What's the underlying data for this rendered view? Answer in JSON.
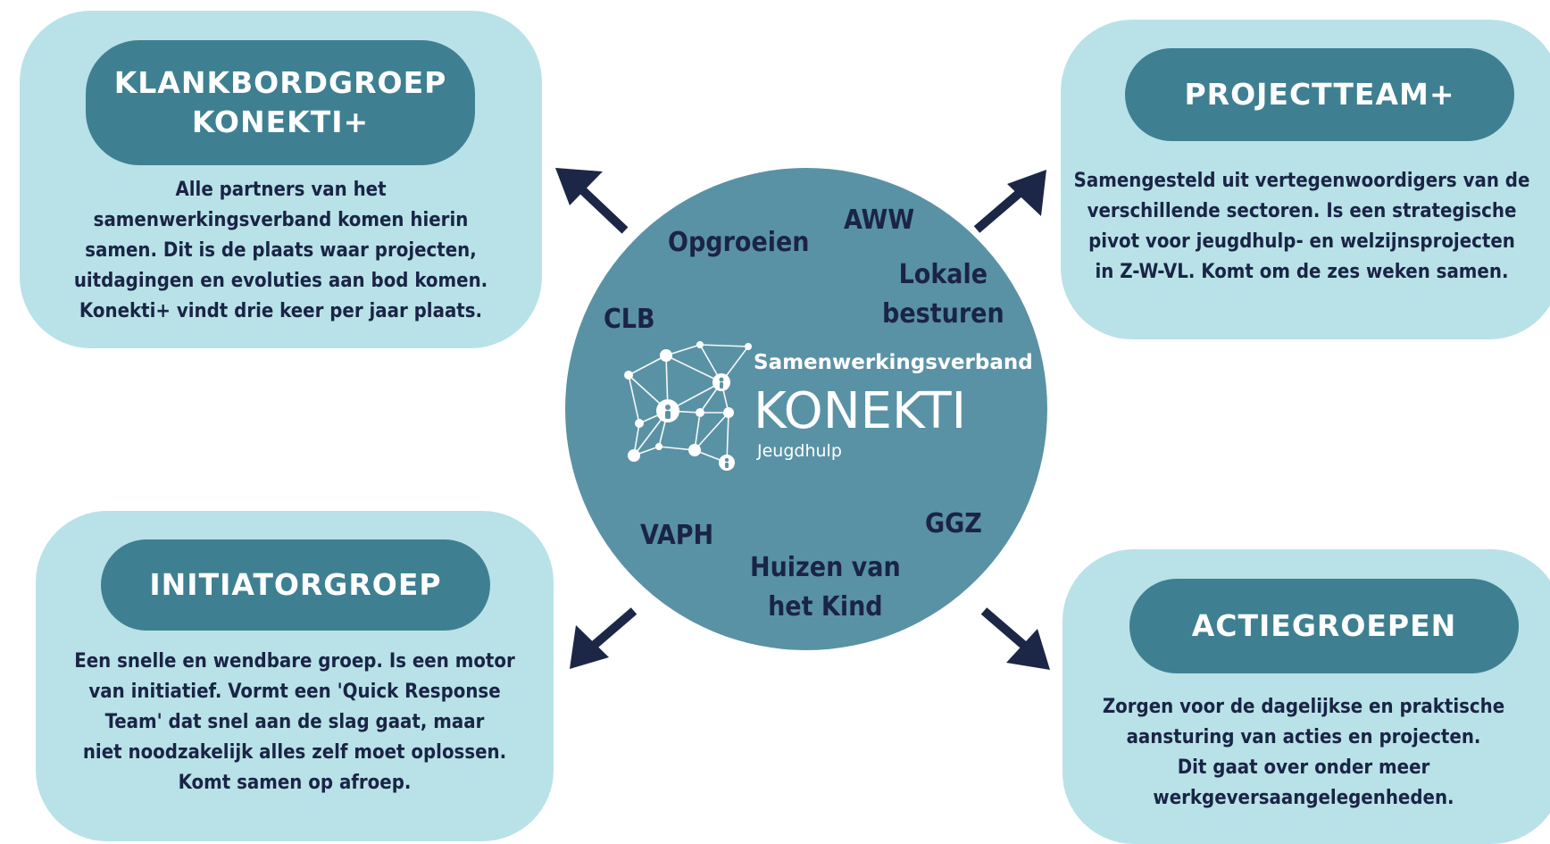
{
  "hub": {
    "logo": {
      "tagline": "Samenwerkingsverband",
      "name": "KONEKTI",
      "sub": "Jeugdhulp"
    },
    "partners": {
      "opgroeien": "Opgroeien",
      "aww": "AWW",
      "clb": "CLB",
      "lokale": "Lokale\nbesturen",
      "vaph": "VAPH",
      "ggz": "GGZ",
      "huizen": "Huizen van\nhet Kind"
    }
  },
  "groups": {
    "klankbord": {
      "title": "KLANKBORDGROEP\nKONEKTI+",
      "description": "Alle partners van het\nsamenwerkingsverband komen hierin\nsamen. Dit is de plaats waar projecten,\nuitdagingen en evoluties aan bod komen.\nKonekti+ vindt drie keer per jaar plaats."
    },
    "projectteam": {
      "title": "PROJECTTEAM+",
      "description": "Samengesteld uit vertegenwoordigers van de\nverschillende sectoren. Is een strategische\npivot voor jeugdhulp- en welzijnsprojecten\nin Z-W-VL. Komt om de zes weken samen."
    },
    "initiator": {
      "title": "INITIATORGROEP",
      "description": "Een snelle en wendbare groep. Is een motor\nvan initiatief. Vormt een 'Quick Response\nTeam' dat snel aan de slag gaat, maar\nniet noodzakelijk alles zelf moet oplossen.\nKomt samen op afroep."
    },
    "actie": {
      "title": "ACTIEGROEPEN",
      "description": "Zorgen voor de dagelijkse en praktische\naansturing van acties en projecten.\nDit gaat over onder meer\nwerkgeversaangelegenheden."
    }
  },
  "colors": {
    "card": "#b8e2e7",
    "pill": "#3e8091",
    "hub": "#5a92a5",
    "text": "#1a2446",
    "arrow": "#1c2747"
  }
}
